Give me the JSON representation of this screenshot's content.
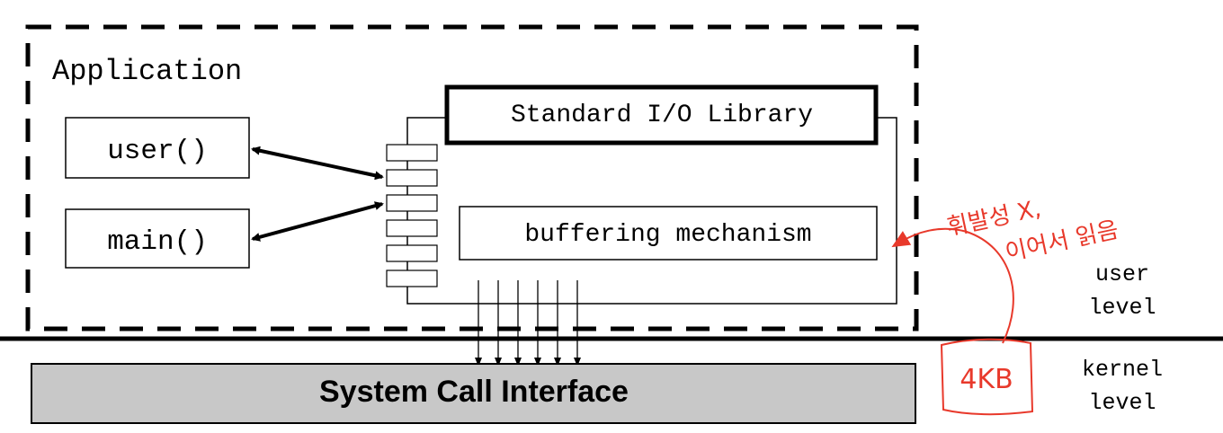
{
  "application_label": "Application",
  "user_func_label": "user()",
  "main_func_label": "main()",
  "stdio_library_label": "Standard I/O Library",
  "buffering_label": "buffering mechanism",
  "syscall_label": "System Call Interface",
  "user_level_line1": "user",
  "user_level_line2": "level",
  "kernel_level_line1": "kernel",
  "kernel_level_line2": "level",
  "annotation": {
    "line1": "휘발성 X,",
    "line2": "이어서 읽음",
    "box_text": "4KB",
    "color": "#e8392b"
  },
  "colors": {
    "syscall_fill": "#c8c8c8",
    "stroke": "#000000"
  }
}
